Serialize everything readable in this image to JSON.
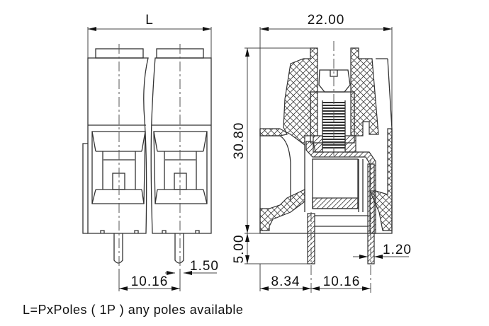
{
  "drawing": {
    "front_view": {
      "width_label": "L",
      "pin_pitch": "10.16",
      "pin_diameter": "1.50",
      "poles_shown": 2
    },
    "side_view": {
      "overall_width": "22.00",
      "body_height": "30.80",
      "pin_length": "5.00",
      "pin_offset": "8.34",
      "pin_pitch": "10.16",
      "pin_thickness": "1.20"
    },
    "caption": "L=PxPoles ( 1P ) any poles available",
    "colors": {
      "line": "#333333",
      "background": "#ffffff",
      "text": "#111111"
    }
  }
}
